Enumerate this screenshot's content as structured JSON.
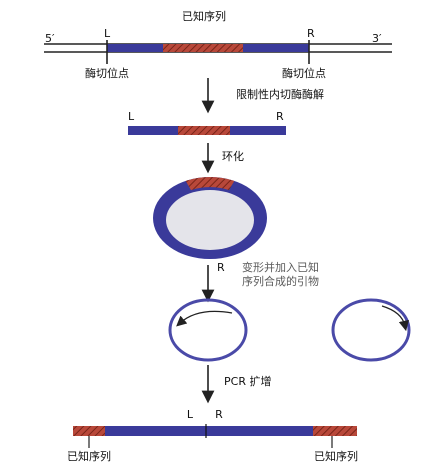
{
  "top": {
    "known_sequence": "已知序列",
    "five_prime": "5′",
    "three_prime": "3′",
    "left": "L",
    "right": "R",
    "cut_site_left": "酶切位点",
    "cut_site_right": "酶切位点"
  },
  "steps": {
    "digest": "限制性内切酶酶解",
    "circularize": "环化",
    "denature_line1": "变形并加入已知",
    "denature_line2": "序列合成的引物",
    "pcr": "PCR 扩增"
  },
  "fragment": {
    "left": "L",
    "right": "R"
  },
  "circle_stage": {
    "right": "R"
  },
  "final": {
    "left": "L",
    "right": "R",
    "known_left": "已知序列",
    "known_right": "已知序列"
  },
  "colors": {
    "host_dna": "#3a3a9a",
    "known_seq": "#b8483a",
    "circle_fill": "#e4e4ea",
    "strand": "#5050a8"
  }
}
